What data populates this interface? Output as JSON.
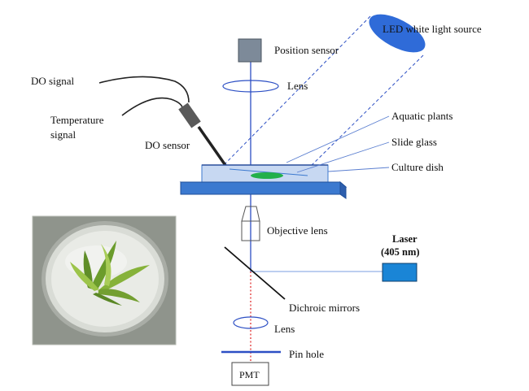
{
  "labels": {
    "led_source": "LED white light source",
    "position_sensor": "Position sensor",
    "lens_top": "Lens",
    "do_signal": "DO signal",
    "temperature_signal_1": "Temperature",
    "temperature_signal_2": "signal",
    "do_sensor": "DO sensor",
    "aquatic_plants": "Aquatic plants",
    "slide_glass": "Slide glass",
    "culture_dish": "Culture dish",
    "objective_lens": "Objective lens",
    "laser_1": "Laser",
    "laser_2": "(405 nm)",
    "dichroic_mirrors": "Dichroic mirrors",
    "lens_bottom": "Lens",
    "pin_hole": "Pin hole",
    "pmt": "PMT"
  },
  "colors": {
    "optical_axis": "#2c4fc4",
    "fluorescence_path": "#e03030",
    "led_fill": "#2f6bd8",
    "laser_fill": "#1a85d6",
    "stage_fill": "#3b79cf",
    "dish_fill": "#c7d8f2",
    "plant_green": "#22b04b",
    "position_sensor_fill": "#7d8a99"
  }
}
